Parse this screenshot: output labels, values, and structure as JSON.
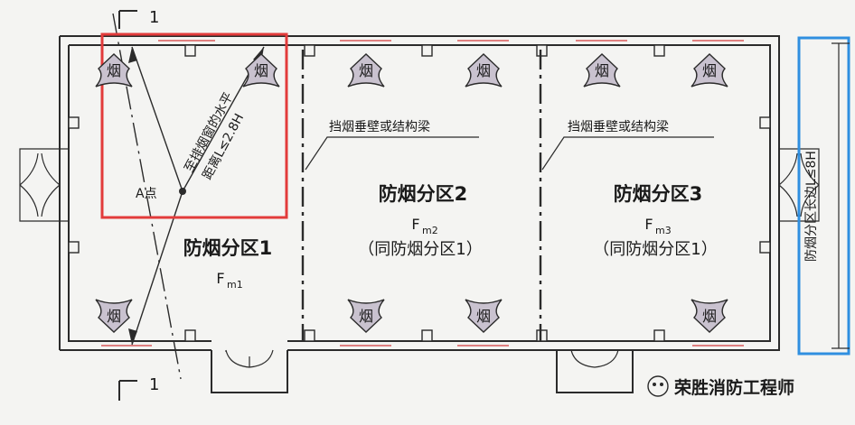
{
  "section_mark": "1",
  "vent_label": "烟",
  "smoke_curtain_label": "挡烟垂壁或结构梁",
  "point_a_label": "A点",
  "distance_text": {
    "line1": "至排烟窗的水平",
    "line2": "距离L≤2.8H"
  },
  "zones": [
    {
      "title": "防烟分区1",
      "subtitle": "F",
      "subscript": "m1",
      "note": ""
    },
    {
      "title": "防烟分区2",
      "subtitle": "F",
      "subscript": "m2",
      "note": "（同防烟分区1）"
    },
    {
      "title": "防烟分区3",
      "subtitle": "F",
      "subscript": "m3",
      "note": "（同防烟分区1）"
    }
  ],
  "long_side_label": "防烟分区长边L≤8H",
  "watermark": "荣胜消防工程师",
  "colors": {
    "highlight_box": "#e23b3b",
    "dimension_bracket": "#2f8fe0",
    "window": "#e08080",
    "vent_fill": "#c9c2cf"
  }
}
